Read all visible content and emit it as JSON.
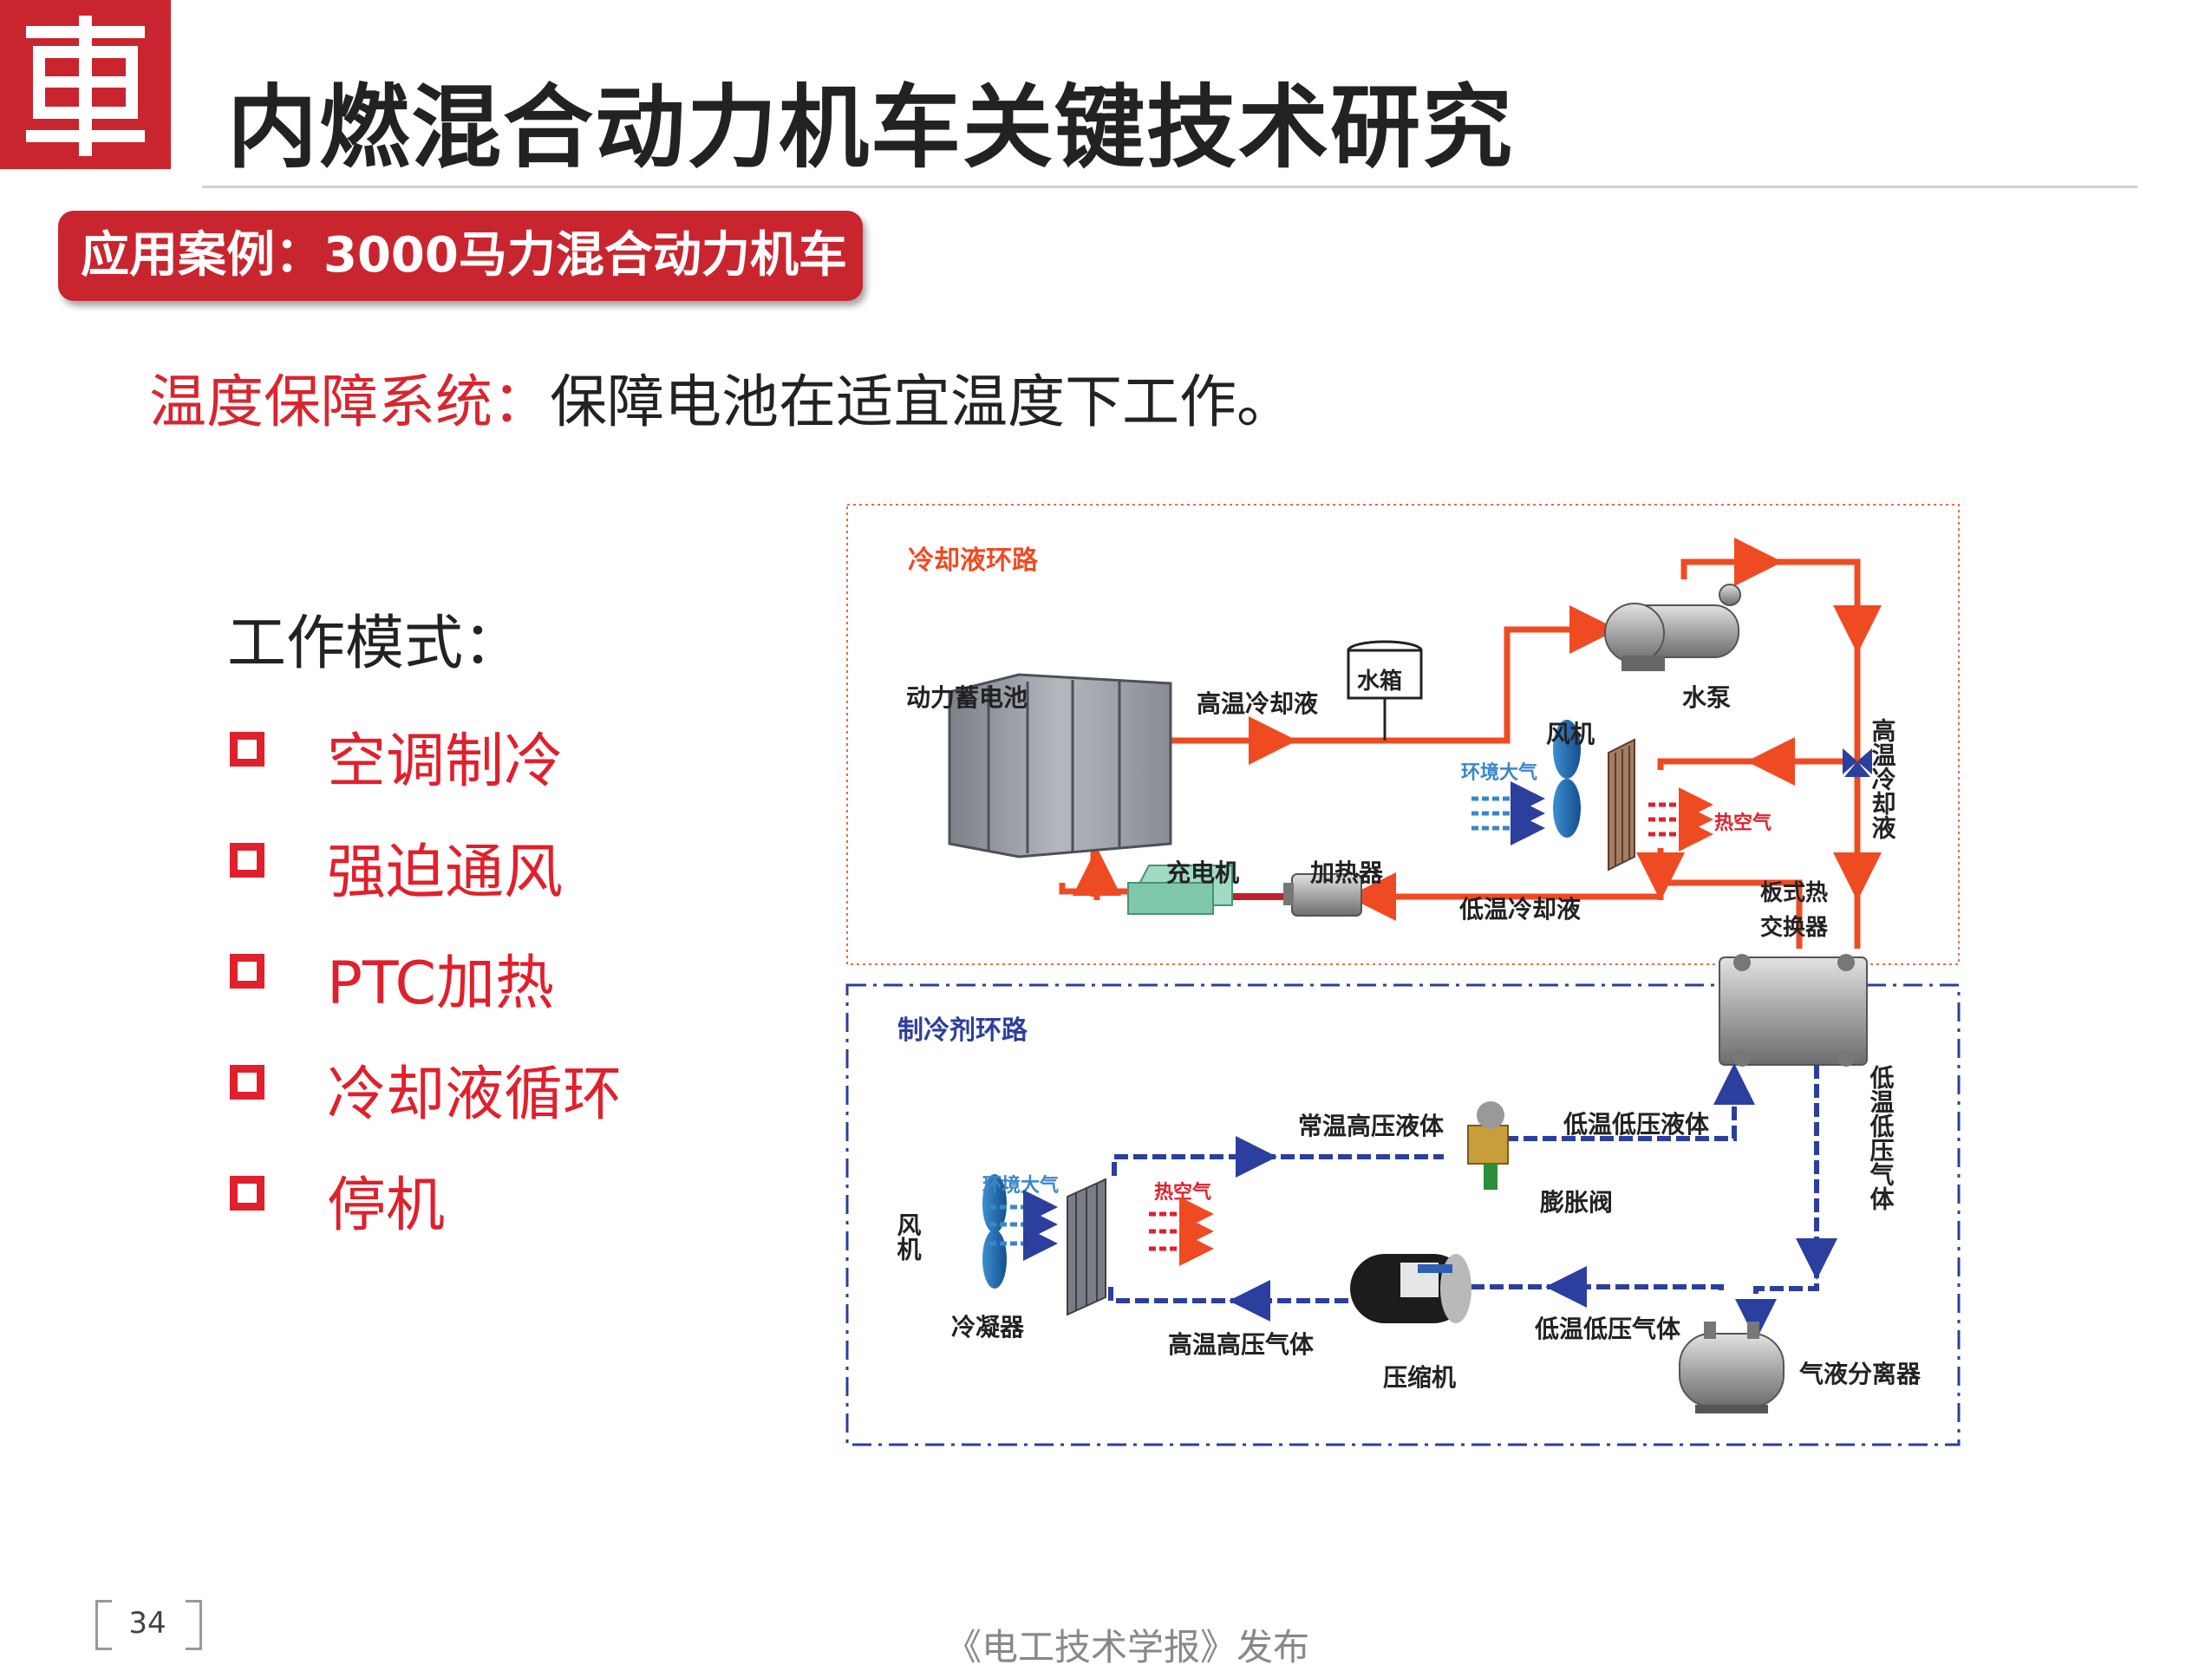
{
  "header": {
    "logo_glyph": "車",
    "title": "内燃混合动力机车关键技术研究"
  },
  "banner": {
    "label": "应用案例：3000马力混合动力机车"
  },
  "subtitle": {
    "highlight": "温度保障系统：",
    "text": "保障电池在适宜温度下工作。"
  },
  "modes": {
    "heading": "工作模式：",
    "items": [
      "空调制冷",
      "强迫通风",
      "PTC加热",
      "冷却液循环",
      "停机"
    ]
  },
  "diagram": {
    "coolant_loop_title": "冷却液环路",
    "refrigerant_loop_title": "制冷剂环路",
    "labels": {
      "battery": "动力蓄电池",
      "hot_coolant": "高温冷却液",
      "tank": "水箱",
      "pump": "水泵",
      "hot_coolant_vertical": "高温冷却液",
      "fan_top": "风机",
      "ambient_air_top": "环境大气",
      "hot_air_top": "热空气",
      "charger": "充电机",
      "heater": "加热器",
      "cold_coolant": "低温冷却液",
      "plate_hx_1": "板式热",
      "plate_hx_2": "交换器",
      "normal_hp_liquid": "常温高压液体",
      "cold_lp_liquid": "低温低压液体",
      "cold_lp_gas_vertical": "低温低压气体",
      "expansion_valve": "膨胀阀",
      "fan_bottom": "风机",
      "ambient_air_bottom": "环境大气",
      "hot_air_bottom": "热空气",
      "condenser": "冷凝器",
      "hot_hp_gas": "高温高压气体",
      "compressor": "压缩机",
      "cold_lp_gas": "低温低压气体",
      "separator": "气液分离器"
    }
  },
  "footer": {
    "page_number": "34",
    "publisher": "《电工技术学报》发布"
  },
  "colors": {
    "brand_red": "#c9252f",
    "coolant_red": "#ef4b23",
    "refrigerant_blue": "#2c3e9e"
  }
}
